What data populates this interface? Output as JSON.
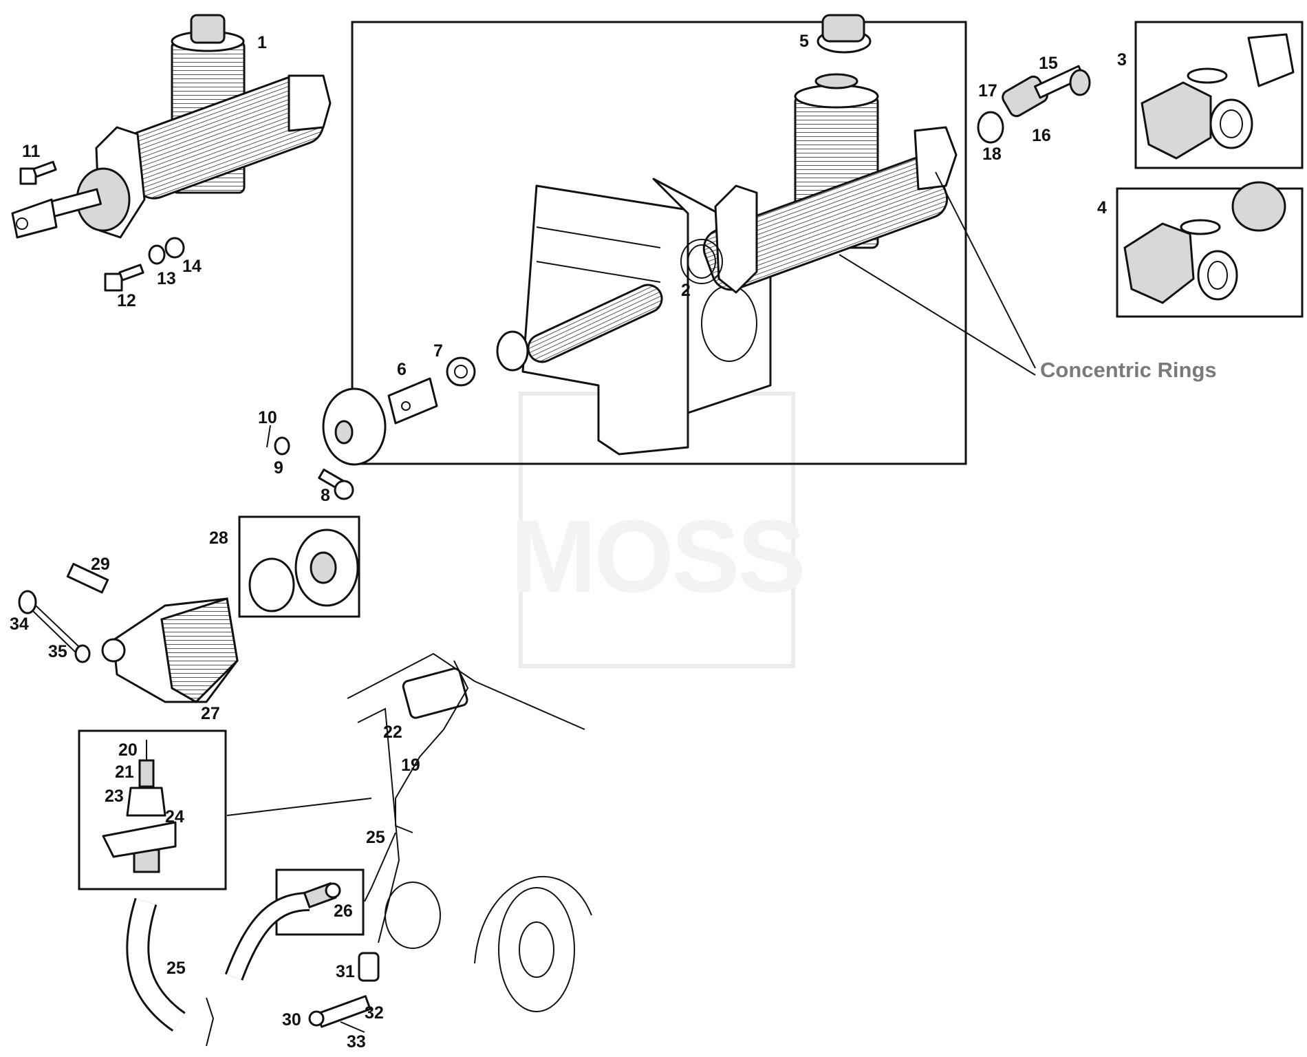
{
  "watermark": "MOSS",
  "annotation": "Concentric Rings",
  "callouts": {
    "c1": "1",
    "c2": "2",
    "c3": "3",
    "c4": "4",
    "c5": "5",
    "c6": "6",
    "c7": "7",
    "c8": "8",
    "c9": "9",
    "c10": "10",
    "c11": "11",
    "c12": "12",
    "c13": "13",
    "c14": "14",
    "c15": "15",
    "c16": "16",
    "c17": "17",
    "c18": "18",
    "c19": "19",
    "c20": "20",
    "c21": "21",
    "c22": "22",
    "c23": "23",
    "c24": "24",
    "c25a": "25",
    "c25b": "25",
    "c26": "26",
    "c27": "27",
    "c28": "28",
    "c29": "29",
    "c30": "30",
    "c31": "31",
    "c32": "32",
    "c33": "33",
    "c34": "34",
    "c35": "35"
  }
}
